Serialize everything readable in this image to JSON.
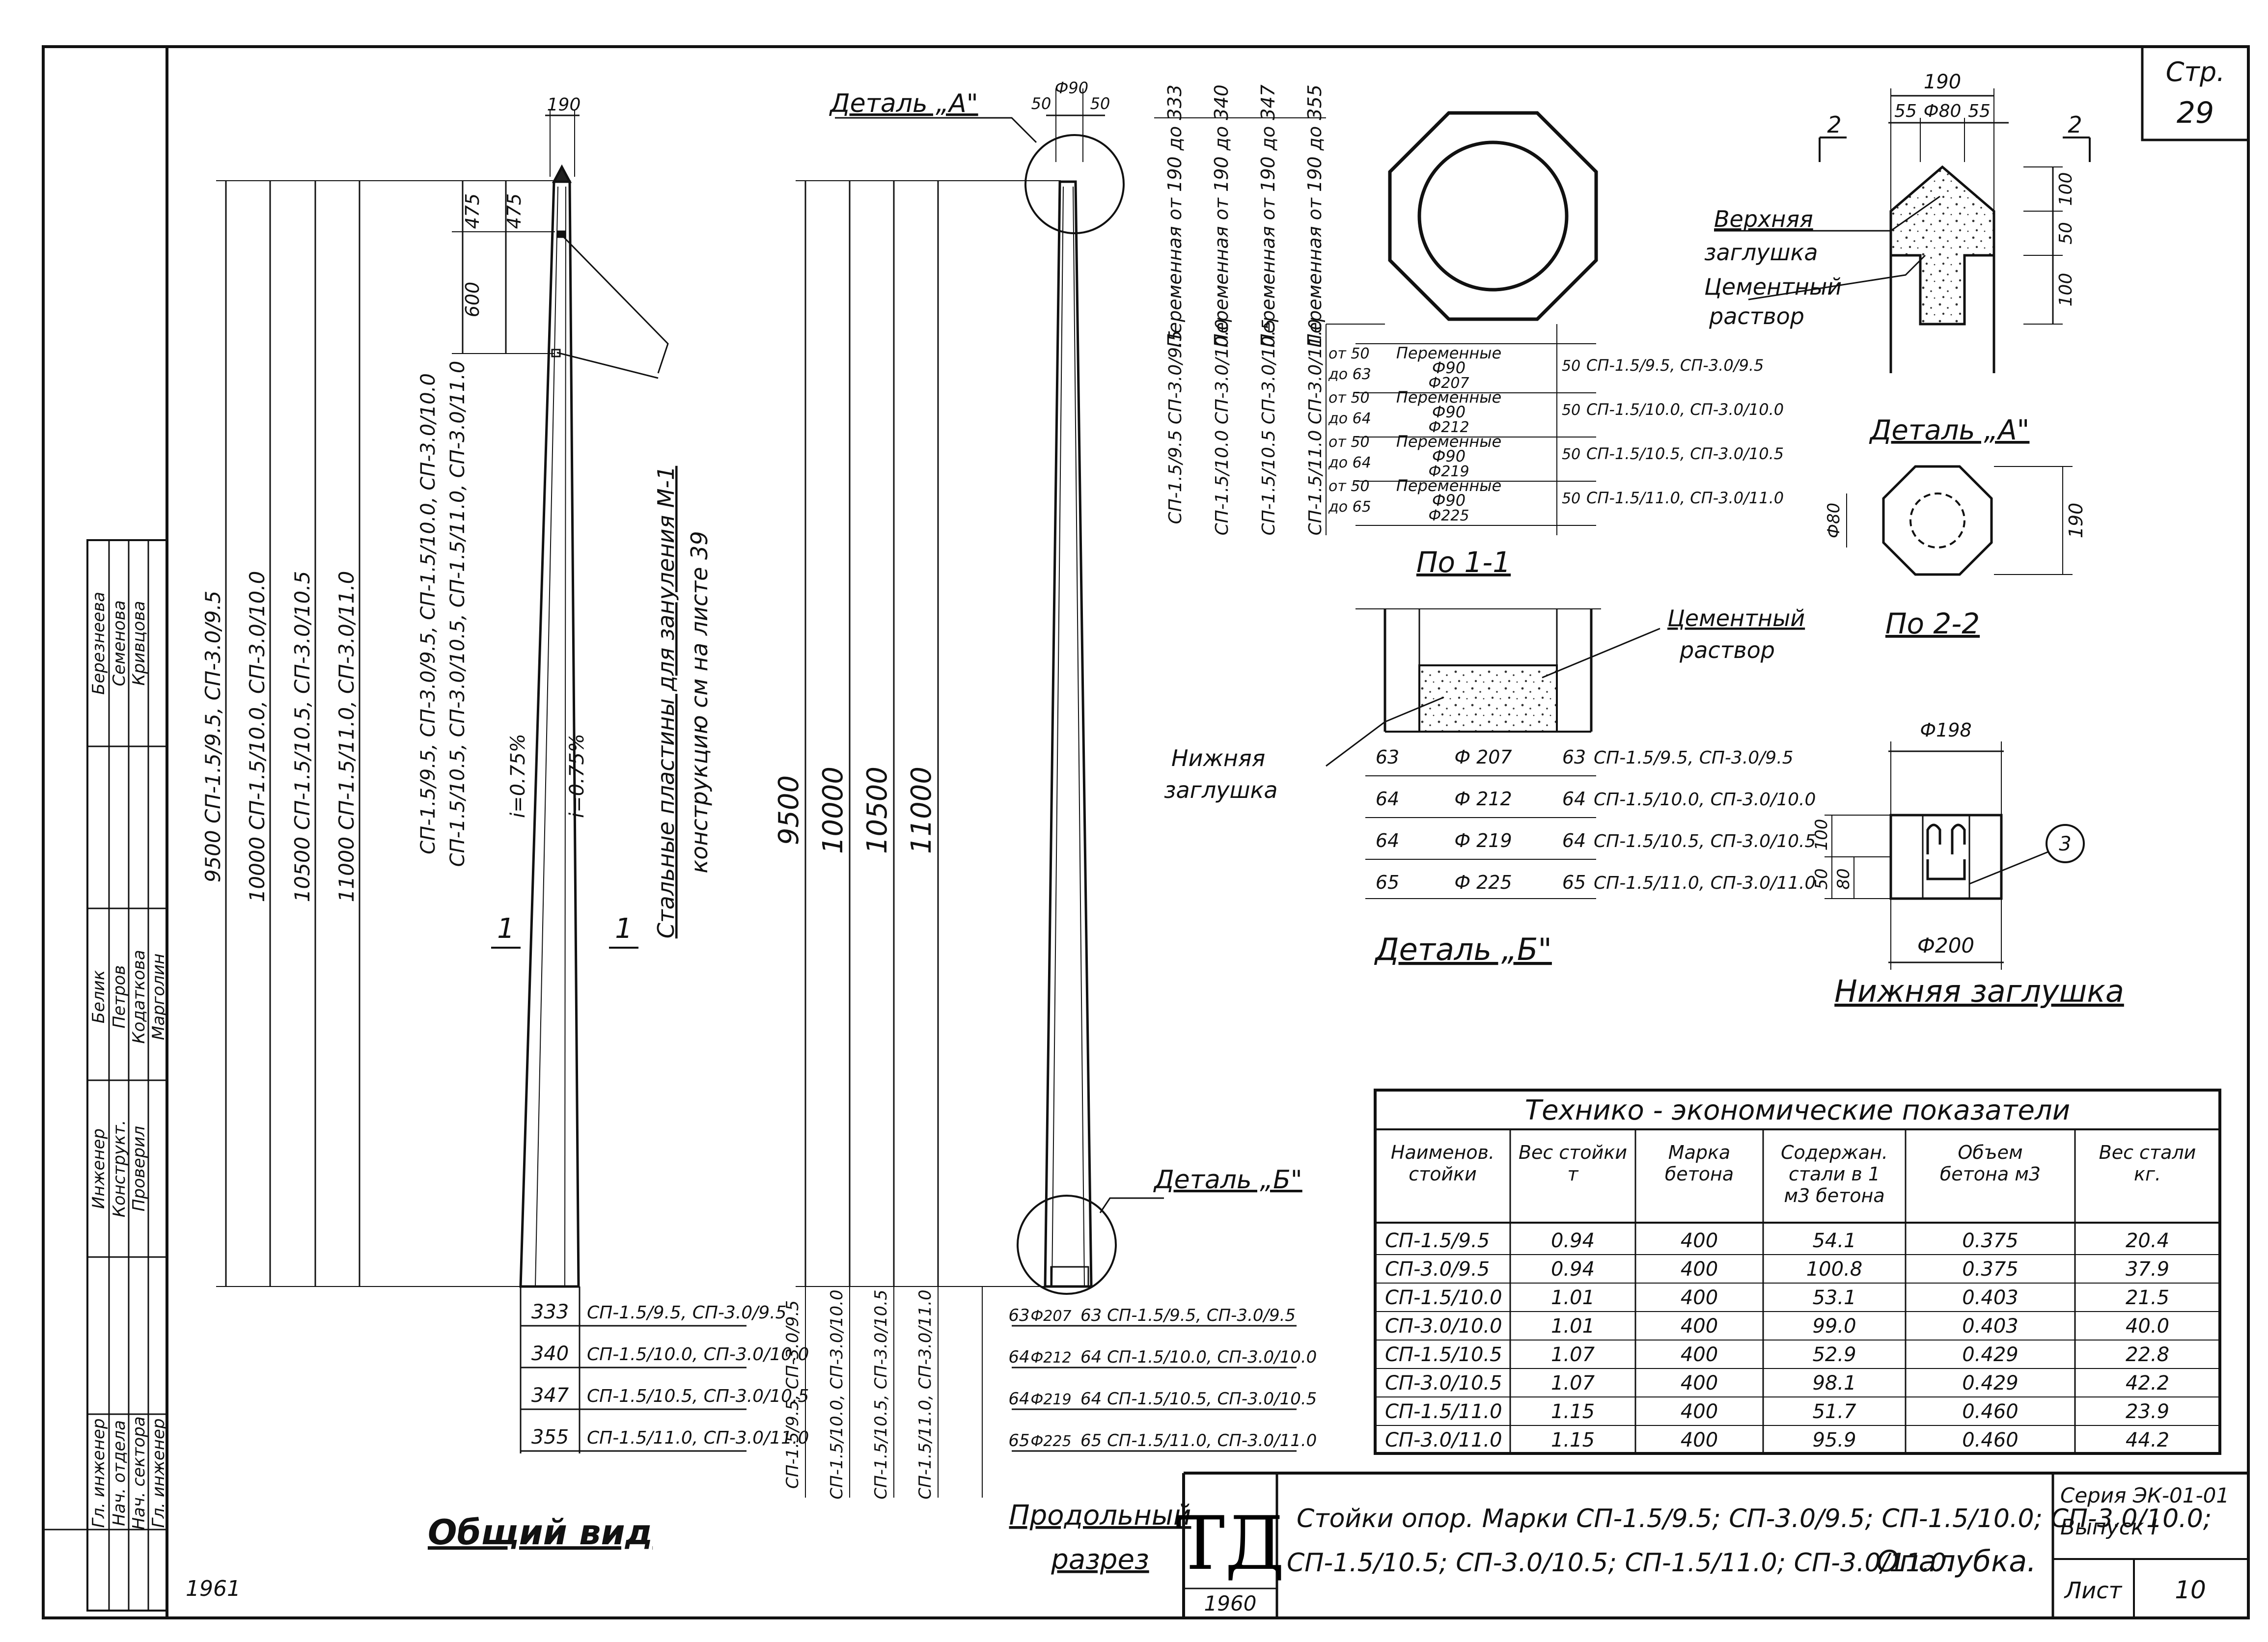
{
  "sheet": {
    "page_label": "Стр.",
    "page_number": "29",
    "year_left": "1961",
    "series": "Серия ЭК-01-01",
    "issue": "Выпуск I",
    "sheet_label": "Лист",
    "sheet_number": "10",
    "stamp_letters": "ТД",
    "stamp_year": "1960",
    "title_line1": "Стойки опор. Марки СП-1.5/9.5; СП-3.0/9.5; СП-1.5/10.0; СП-3.0/10.0;",
    "title_line2": "СП-1.5/10.5; СП-3.0/10.5; СП-1.5/11.0; СП-3.0/11.0.",
    "title_suffix": "Опалубка."
  },
  "signatures": [
    {
      "role": "Гл. инженер",
      "position": "Инженер",
      "name": "Белик",
      "org": "Березнеева"
    },
    {
      "role": "Нач. отдела",
      "position": "Конструкт.",
      "name": "Петров",
      "org": "Семенова"
    },
    {
      "role": "Нач. сектора",
      "position": "Проверил",
      "name": "Кодаткова",
      "org": "Кривцова"
    },
    {
      "role": "Гл. инженер",
      "position": "",
      "name": "Марголин",
      "org": ""
    }
  ],
  "general_view": {
    "caption": "Общий вид",
    "top_width": "190",
    "dims_top": [
      "475",
      "475",
      "600"
    ],
    "slope1": "i=0.75%",
    "slope2": "i=0.75%",
    "section_mark": "1",
    "lengths": [
      "9500 СП-1.5/9.5, СП-3.0/9.5",
      "10000 СП-1.5/10.0, СП-3.0/10.0",
      "10500 СП-1.5/10.5, СП-3.0/10.5",
      "11000 СП-1.5/11.0, СП-3.0/11.0"
    ],
    "marks_a": "СП-1.5/9.5, СП-3.0/9.5, СП-1.5/10.0, СП-3.0/10.0",
    "marks_b": "СП-1.5/10.5, СП-3.0/10.5, СП-1.5/11.0, СП-3.0/11.0",
    "note_line1": "Стальные пластины для зануления М-1",
    "note_line2": "конструкцию см на листе 39",
    "bottom_rows": [
      {
        "d": "333",
        "marks": "СП-1.5/9.5, СП-3.0/9.5"
      },
      {
        "d": "340",
        "marks": "СП-1.5/10.0, СП-3.0/10.0"
      },
      {
        "d": "347",
        "marks": "СП-1.5/10.5, СП-3.0/10.5"
      },
      {
        "d": "355",
        "marks": "СП-1.5/11.0, СП-3.0/11.0"
      }
    ]
  },
  "long_section": {
    "caption_1": "Продольный",
    "caption_2": "разрез",
    "detail_a": "Деталь „А\"",
    "detail_b": "Деталь „Б\"",
    "top_dims": [
      "50",
      "Ф90",
      "50"
    ],
    "lengths": [
      "9500",
      "10000",
      "10500",
      "11000"
    ],
    "bottom_marks": [
      "СП-1.5/9.5, СП-3.0/9.5",
      "СП-1.5/10.0, СП-3.0/10.0",
      "СП-1.5/10.5, СП-3.0/10.5",
      "СП-1.5/11.0, СП-3.0/11.0"
    ],
    "bottom_rows": [
      {
        "t": "63",
        "d": "Ф207",
        "marks": "63 СП-1.5/9.5, СП-3.0/9.5"
      },
      {
        "t": "64",
        "d": "Ф212",
        "marks": "64 СП-1.5/10.0, СП-3.0/10.0"
      },
      {
        "t": "64",
        "d": "Ф219",
        "marks": "64 СП-1.5/10.5, СП-3.0/10.5"
      },
      {
        "t": "65",
        "d": "Ф225",
        "marks": "65 СП-1.5/11.0, СП-3.0/11.0"
      }
    ]
  },
  "section_1_1": {
    "caption": "По 1-1",
    "variable_labels": [
      "Переменная от 190 до 333",
      "Переменная от 190 до 340",
      "Переменная от 190 до 347",
      "Переменная от 190 до 355"
    ],
    "left_marks": [
      "СП-1.5/9.5 СП-3.0/9.5",
      "СП-1.5/10.0 СП-3.0/10.0",
      "СП-1.5/10.5 СП-3.0/10.5",
      "СП-1.5/11.0 СП-3.0/11.0"
    ],
    "rows": [
      {
        "from": "от 50",
        "to": "до 63",
        "var": "Переменные",
        "d1": "Ф90",
        "d2": "Ф207",
        "w": "50",
        "marks": "СП-1.5/9.5, СП-3.0/9.5"
      },
      {
        "from": "от 50",
        "to": "до 64",
        "var": "Переменные",
        "d1": "Ф90",
        "d2": "Ф212",
        "w": "50",
        "marks": "СП-1.5/10.0, СП-3.0/10.0"
      },
      {
        "from": "от 50",
        "to": "до 64",
        "var": "Переменные",
        "d1": "Ф90",
        "d2": "Ф219",
        "w": "50",
        "marks": "СП-1.5/10.5, СП-3.0/10.5"
      },
      {
        "from": "от 50",
        "to": "до 65",
        "var": "Переменные",
        "d1": "Ф90",
        "d2": "Ф225",
        "w": "50",
        "marks": "СП-1.5/11.0, СП-3.0/11.0"
      }
    ]
  },
  "detail_a": {
    "caption": "Деталь „А\"",
    "width": "190",
    "sub_dims": [
      "55",
      "Ф80",
      "55"
    ],
    "heights": [
      "100",
      "50",
      "100"
    ],
    "cut_mark": "2",
    "label_top_cap_1": "Верхняя",
    "label_top_cap_2": "заглушка",
    "label_mortar_1": "Цементный",
    "label_mortar_2": "раствор"
  },
  "section_2_2": {
    "caption": "По 2-2",
    "dia": "Ф80",
    "size": "190"
  },
  "detail_b": {
    "caption": "Деталь „Б\"",
    "label_mortar_1": "Цементный",
    "label_mortar_2": "раствор",
    "label_bottom_1": "Нижняя",
    "label_bottom_2": "заглушка",
    "rows": [
      {
        "a": "63",
        "d": "Ф 207",
        "b": "63",
        "marks": "СП-1.5/9.5, СП-3.0/9.5"
      },
      {
        "a": "64",
        "d": "Ф 212",
        "b": "64",
        "marks": "СП-1.5/10.0, СП-3.0/10.0"
      },
      {
        "a": "64",
        "d": "Ф 219",
        "b": "64",
        "marks": "СП-1.5/10.5, СП-3.0/10.5"
      },
      {
        "a": "65",
        "d": "Ф 225",
        "b": "65",
        "marks": "СП-1.5/11.0, СП-3.0/11.0"
      }
    ]
  },
  "bottom_cap": {
    "caption": "Нижняя заглушка",
    "top_dia": "Ф198",
    "bottom_dia": "Ф200",
    "h1": "100",
    "h2": "50",
    "h3": "80",
    "callout": "3"
  },
  "tech_table": {
    "title": "Технико - экономические показатели",
    "headers": [
      "Наименов. стойки",
      "Вес стойки т",
      "Марка бетона",
      "Содержан. стали в 1 м3 бетона",
      "Объем бетона м3",
      "Вес стали кг."
    ],
    "rows": [
      [
        "СП-1.5/9.5",
        "0.94",
        "400",
        "54.1",
        "0.375",
        "20.4"
      ],
      [
        "СП-3.0/9.5",
        "0.94",
        "400",
        "100.8",
        "0.375",
        "37.9"
      ],
      [
        "СП-1.5/10.0",
        "1.01",
        "400",
        "53.1",
        "0.403",
        "21.5"
      ],
      [
        "СП-3.0/10.0",
        "1.01",
        "400",
        "99.0",
        "0.403",
        "40.0"
      ],
      [
        "СП-1.5/10.5",
        "1.07",
        "400",
        "52.9",
        "0.429",
        "22.8"
      ],
      [
        "СП-3.0/10.5",
        "1.07",
        "400",
        "98.1",
        "0.429",
        "42.2"
      ],
      [
        "СП-1.5/11.0",
        "1.15",
        "400",
        "51.7",
        "0.460",
        "23.9"
      ],
      [
        "СП-3.0/11.0",
        "1.15",
        "400",
        "95.9",
        "0.460",
        "44.2"
      ]
    ]
  }
}
